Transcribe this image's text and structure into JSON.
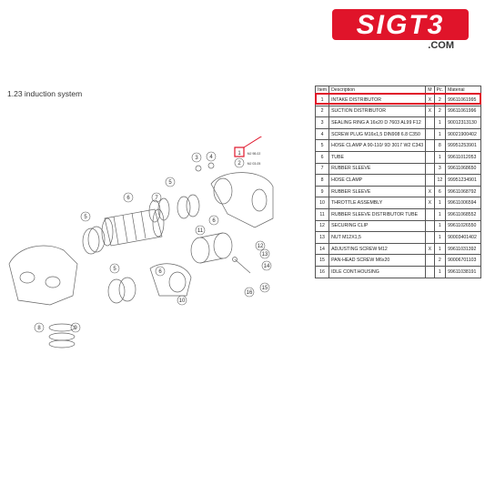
{
  "brand": {
    "logo_text": "SIGT3",
    "domain_suffix": ".COM",
    "accent_color": "#e0142a"
  },
  "section": {
    "title": "1.23  induction system"
  },
  "table": {
    "headers": {
      "num": "Item",
      "description": "Description",
      "m": "M",
      "pc": "Pc.",
      "material": "Material"
    },
    "rows": [
      {
        "num": "1",
        "description": "INTAKE DISTRIBUTOR",
        "m": "X",
        "pc": "2",
        "material": "99611061995"
      },
      {
        "num": "2",
        "description": "SUCTION DISTRIBUTOR",
        "m": "X",
        "pc": "2",
        "material": "99611061996"
      },
      {
        "num": "3",
        "description": "SEALING RING A 16x20 D 7603 AL99 F12",
        "m": "",
        "pc": "1",
        "material": "90012313130"
      },
      {
        "num": "4",
        "description": "SCREW PLUG M16x1,5 DIN908 6.8 C350",
        "m": "",
        "pc": "1",
        "material": "90021900402"
      },
      {
        "num": "5",
        "description": "HOSE CLAMP A 90-110/ 9D 3017 W2 C343",
        "m": "",
        "pc": "8",
        "material": "99951253901"
      },
      {
        "num": "6",
        "description": "TUBE",
        "m": "",
        "pc": "1",
        "material": "99611012053"
      },
      {
        "num": "7",
        "description": "RUBBER SLEEVE",
        "m": "",
        "pc": "3",
        "material": "99611068650"
      },
      {
        "num": "8",
        "description": "HOSE CLAMP",
        "m": "",
        "pc": "12",
        "material": "99951234901"
      },
      {
        "num": "9",
        "description": "RUBBER SLEEVE",
        "m": "X",
        "pc": "6",
        "material": "99611068792"
      },
      {
        "num": "10",
        "description": "THROTTLE ASSEMBLY",
        "m": "X",
        "pc": "1",
        "material": "99611006594"
      },
      {
        "num": "11",
        "description": "RUBBER SLEEVE DISTRIBUTOR TUBE",
        "m": "",
        "pc": "1",
        "material": "99611068552"
      },
      {
        "num": "12",
        "description": "SECURING CLIP",
        "m": "",
        "pc": "1",
        "material": "99611026550"
      },
      {
        "num": "13",
        "description": "NUT M12X1,5",
        "m": "",
        "pc": "1",
        "material": "90003401402"
      },
      {
        "num": "14",
        "description": "ADJUSTING SCREW M12",
        "m": "X",
        "pc": "1",
        "material": "99611031392"
      },
      {
        "num": "15",
        "description": "PAN-HEAD SCREW M6x20",
        "m": "",
        "pc": "2",
        "material": "90006701103"
      },
      {
        "num": "16",
        "description": "IDLE CONT.HOUSING",
        "m": "",
        "pc": "1",
        "material": "99611038191"
      }
    ]
  },
  "diagram": {
    "callouts": [
      "1",
      "2",
      "3",
      "4",
      "5",
      "5",
      "6",
      "7",
      "8",
      "9",
      "10",
      "11",
      "12",
      "13",
      "14",
      "15",
      "16",
      "5",
      "6",
      "6"
    ],
    "note_1": "MJ 98-02",
    "note_2": "MJ 03-05"
  }
}
